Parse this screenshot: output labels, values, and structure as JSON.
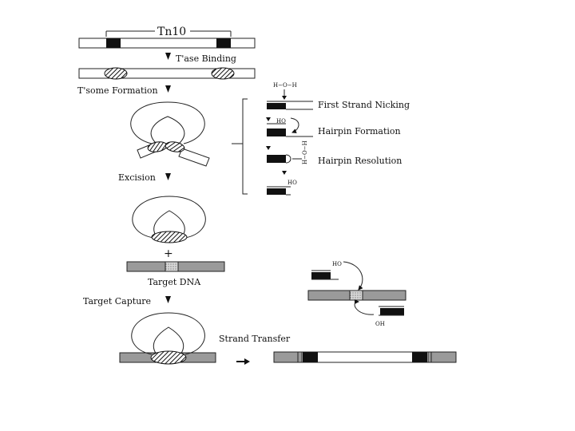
{
  "labels": {
    "tn10": "Tn10",
    "tase_binding": "T'ase Binding",
    "tsome_formation": "T'some Formation",
    "excision": "Excision",
    "plus": "+",
    "target_dna": "Target DNA",
    "target_capture": "Target Capture",
    "strand_transfer": "Strand Transfer",
    "first_strand_nicking": "First Strand Nicking",
    "hairpin_formation": "Hairpin Formation",
    "hairpin_resolution": "Hairpin Resolution",
    "h_o_h_top": "H−O−H",
    "h_o_h_vertical": "H−O−H",
    "ho_1": "HO",
    "ho_2": "HO",
    "ho_3": "HO",
    "oh_1": "OH"
  },
  "colors": {
    "ink": "#111111",
    "target_dna": "#9a9a9a",
    "background": "#ffffff"
  }
}
